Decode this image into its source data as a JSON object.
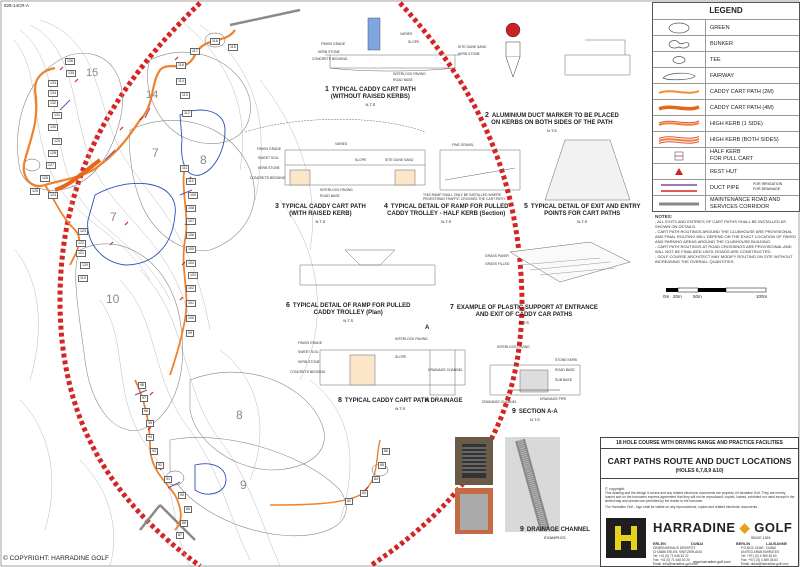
{
  "sheet_id": "828-14CR-A",
  "copyright_footer": "©  COPYRIGHT:  HARRADINE GOLF",
  "hole_numbers": [
    "15",
    "14",
    "7",
    "8",
    "7",
    "10",
    "8",
    "9"
  ],
  "path_markers": [
    "136",
    "135",
    "133",
    "134",
    "132",
    "131",
    "130",
    "129",
    "128",
    "127",
    "126",
    "125",
    "124",
    "123",
    "122",
    "121",
    "120",
    "119",
    "118",
    "117",
    "116",
    "115",
    "114",
    "113",
    "112",
    "111",
    "110",
    "109",
    "108",
    "107",
    "106",
    "105",
    "104",
    "103",
    "102",
    "101",
    "100",
    "99",
    "98",
    "97",
    "96",
    "95",
    "94",
    "93",
    "92",
    "91",
    "90",
    "89",
    "88",
    "87",
    "86",
    "85",
    "84",
    "83",
    "82"
  ],
  "legend": {
    "title": "LEGEND",
    "items": [
      {
        "label": "GREEN",
        "swatch": "green",
        "color": "#ffffff"
      },
      {
        "label": "BUNKER",
        "swatch": "bunker",
        "color": "#ffffff"
      },
      {
        "label": "TEE",
        "swatch": "tee",
        "color": "#ffffff"
      },
      {
        "label": "FAIRWAY",
        "swatch": "fairway",
        "color": "#ffffff"
      },
      {
        "label": "CADDY CART PATH (2M)",
        "swatch": "line",
        "color": "#f28a2e"
      },
      {
        "label": "CADDY CART PATH (4M)",
        "swatch": "line-thick",
        "color": "#e8661a"
      },
      {
        "label": "HIGH KERB (1 SIDE)",
        "swatch": "kerb1",
        "color": "#e05050"
      },
      {
        "label": "HIGH KERB (BOTH SIDES)",
        "swatch": "kerb2",
        "color": "#e05050"
      },
      {
        "label": "HALF KERB\nFOR PULL CART",
        "swatch": "halfkerb",
        "color": "#e05050"
      },
      {
        "label": "REST HUT",
        "swatch": "hut",
        "color": "#cc2222"
      },
      {
        "label": "DUCT PIPE",
        "swatch": "duct",
        "color": "#7a4aa8",
        "note": "FOR IRRIGATION\nFOR DRAINAGE"
      },
      {
        "label": "MAINTENANCE ROAD AND\nSERVICES CORRIDOR",
        "swatch": "road",
        "color": "#888888"
      }
    ]
  },
  "notes": {
    "title": "NOTES:",
    "items": [
      "- ALL EXITS AND ENTRIES OF CART PATHS SHALL BE INSTALLED AS SHOWN ON DETAILS.",
      "- CART PATH ROUTINGS AROUND THE CLUBHOUSE ARE PROVISIONAL AND FINAL ROUTING WILL DEPEND ON THE EXACT LOCATION OF PAVED AND PARKING AREAS AROUND THE CLUBHOUSE BUILDING.",
      "- CART PATH ROUTINGS AT ROAD CROSSINGS ARE PROVISIONAL AND WILL NOT BE FINALIZED UNTIL ROADS ARE CONSTRUCTED.",
      "- GOLF COURSE ARCHITECT MAY MODIFY ROUTING ON SITE WITHOUT INCREASING THE OVERALL QUANTITIES."
    ]
  },
  "scale_bar": {
    "labels": [
      "0m",
      "20m",
      "50m",
      "100m"
    ]
  },
  "details": [
    {
      "num": "1",
      "title": "TYPICAL CADDY CART PATH\n(WITHOUT RAISED KERBS)",
      "scale": "N.T.S"
    },
    {
      "num": "2",
      "title": "ALUMINIUM DUCT MARKER TO BE PLACED\nON KERBS ON BOTH SIDES OF THE PATH",
      "scale": "N.T.S"
    },
    {
      "num": "3",
      "title": "TYPICAL CADDY CART PATH\n(WITH RAISED KERB)",
      "scale": "N.T.S"
    },
    {
      "num": "4",
      "title": "TYPICAL DETAIL OF RAMP FOR PULLED\nCADDY TROLLEY - HALF KERB (Section)",
      "scale": "N.T.S"
    },
    {
      "num": "5",
      "title": "TYPICAL DETAIL OF EXIT AND ENTRY\nPOINTS FOR CART PATHS",
      "scale": "N.T.S"
    },
    {
      "num": "6",
      "title": "TYPICAL DETAIL OF RAMP FOR PULLED\nCADDY TROLLEY (Plan)",
      "scale": "N.T.S"
    },
    {
      "num": "7",
      "title": "EXAMPLE OF PLASTIC SUPPORT AT ENTRANCE\nAND EXIT OF CADDY CAR PATHS",
      "scale": "N.T.S"
    },
    {
      "num": "8",
      "title": "TYPICAL CADDY CART PATH DRAINAGE",
      "scale": "N.T.S"
    },
    {
      "num": "9",
      "title": "SECTION A-A",
      "scale": "N.T.S"
    },
    {
      "num": "9",
      "title": "DRAINAGE CHANNEL",
      "scale": "EXAMPLES"
    }
  ],
  "detail_labels": {
    "d1": [
      "FINISH GRADE",
      "KERB STONE",
      "CONCRETE BEDDING",
      "VARIES",
      "SLOPE",
      "SITE DUNE SAND",
      "KERB STONE",
      "INTERLOCK PAVING",
      "ROAD BASE"
    ],
    "d3": [
      "FINISH GRADE",
      "SWEET SOIL",
      "KERB STONE",
      "CONCRETE BEDDING",
      "VARIES",
      "SLOPE",
      "SITE DUNE SAND",
      "INTERLOCK PAVING",
      "ROAD BASE"
    ],
    "d4": [
      "FINE GRAVEL",
      "THIS RAMP SHALL ONLY BE INSTALLED WHERE PEDESTRIAN TRAFFIC CROSSES THE CART PATH"
    ],
    "d8": [
      "FINISH GRADE",
      "SWEET SOIL",
      "KERB STONE",
      "CONCRETE BEDDING",
      "INTERLOCK PAVING",
      "SLOPE",
      "DRAINAGE CHANNEL"
    ],
    "d9": [
      "INTERLOCK PAVING",
      "STONE KERB",
      "ROAD BASE",
      "SUB BASE",
      "DRAINAGE PIPE",
      "DRAINAGE CHANNEL"
    ],
    "d7": [
      "GRASS PAVER",
      "GRASS FILLED"
    ],
    "section_marks": [
      "A",
      "A"
    ]
  },
  "title_block": {
    "header": "18 HOLE COURSE WITH DRIVING RANGE AND PRACTICE FACILITIES",
    "title": "CART PATHS ROUTE AND DUCT LOCATIONS",
    "subtitle": "(HOLES 6,7,8,9 &10)",
    "copyright_heading": "© copyright",
    "copyright_text": "This drawing and the design it covers and any related electronic documents are property of Harradine Golf. They are merely loaned and on the borrowers express agreement that they will not be reproduced, copied, loaned, exhibited nor used except in the limited way and private use permitted by the lender to the borrower.",
    "logo_note": "The Harradine Golf - logo shall be visible on any reproductions, copies and related electronic documents.",
    "brand": "HARRADINE",
    "brand2": "GOLF",
    "since": "SINCE 1929",
    "offices": [
      {
        "city": "ERLEN",
        "line": "GEMEINDEHAUS DENSPITZ\nCH-8586 ERLEN, SWITZERLAND\nTel: +41 (0) 71 648 30 22\nFax: +41 (0) 71 648 30 20\nEmail: info@harradine-golf.com"
      },
      {
        "city": "DUBAI",
        "line": ""
      },
      {
        "city": "BERLIN",
        "line": ""
      },
      {
        "city": "LAUSANNE",
        "line": "P.O.BOX 13460 - DUBAI\nUNITED ARAB EMIRATES\nTel: +971 (0) 4 369 35 60\nFax: +971 (0) 4 369 35 63\nEmail: dubai@harradine-golf.com"
      }
    ],
    "website": "www.harradine-golf.com"
  }
}
